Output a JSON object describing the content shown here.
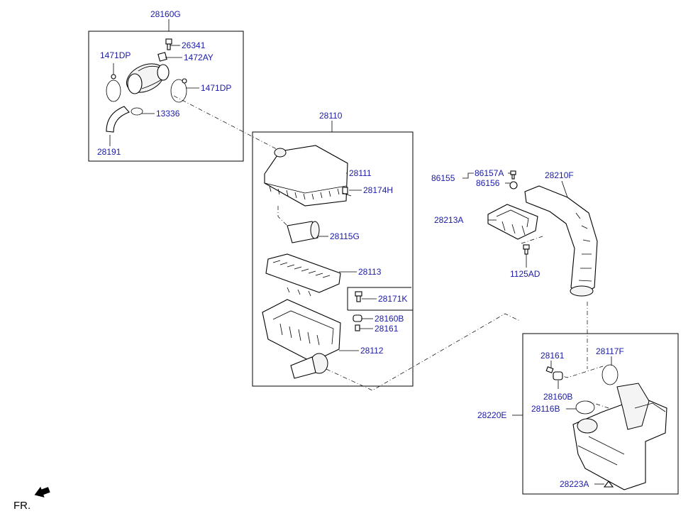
{
  "labels": {
    "l28160G": "28160G",
    "l26341": "26341",
    "l1472AY": "1472AY",
    "l1471DP_a": "1471DP",
    "l1471DP_b": "1471DP",
    "l13336": "13336",
    "l28191": "28191",
    "l28110": "28110",
    "l28111": "28111",
    "l28174H": "28174H",
    "l28115G": "28115G",
    "l28113": "28113",
    "l28171K": "28171K",
    "l28160B_a": "28160B",
    "l28161_a": "28161",
    "l28112": "28112",
    "l86155": "86155",
    "l86157A": "86157A",
    "l86156": "86156",
    "l28210F": "28210F",
    "l28213A": "28213A",
    "l1125AD": "1125AD",
    "l28161_b": "28161",
    "l28117F": "28117F",
    "l28160B_b": "28160B",
    "l28116B": "28116B",
    "l28220E": "28220E",
    "l28223A": "28223A"
  },
  "fr_label": "FR.",
  "colors": {
    "label": "#1a1aa6",
    "line": "#000000"
  }
}
